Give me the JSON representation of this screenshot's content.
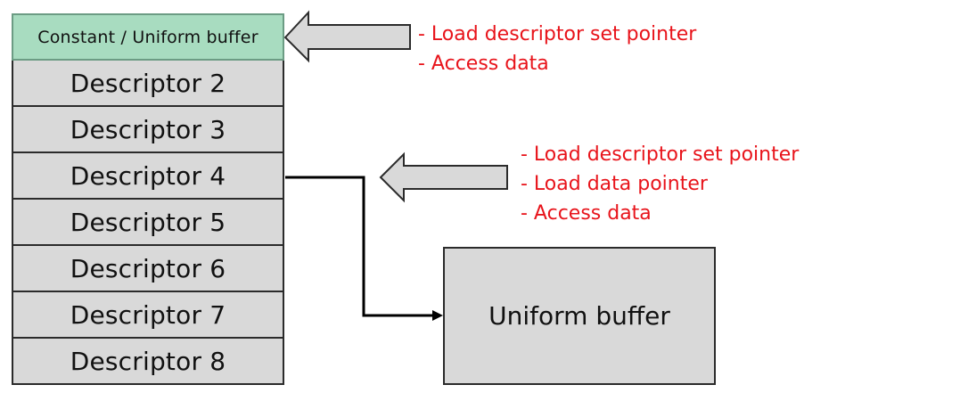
{
  "diagram": {
    "stack": [
      {
        "label": "Constant / Uniform buffer",
        "highlight": true
      },
      {
        "label": "Descriptor 2"
      },
      {
        "label": "Descriptor 3"
      },
      {
        "label": "Descriptor 4"
      },
      {
        "label": "Descriptor 5"
      },
      {
        "label": "Descriptor 6"
      },
      {
        "label": "Descriptor 7"
      },
      {
        "label": "Descriptor 8"
      }
    ],
    "uniform_buffer_label": "Uniform buffer",
    "notes_top": [
      "- Load descriptor set pointer",
      "- Access data"
    ],
    "notes_middle": [
      "- Load descriptor set pointer",
      "- Load data pointer",
      "- Access data"
    ]
  },
  "colors": {
    "highlight_cell": "#a8dcc0",
    "cell": "#d9d9d9",
    "note_text": "#e8141b",
    "arrow_fill": "#d9d9d9"
  }
}
